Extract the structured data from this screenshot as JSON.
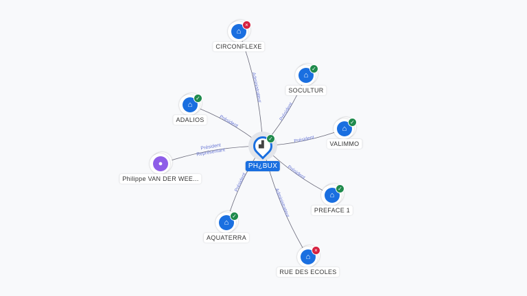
{
  "center": {
    "name": "PH¿BUX",
    "status": "active",
    "icon": "building-icon"
  },
  "nodes": [
    {
      "id": "circonflexe",
      "name": "CIRCONFLEXE",
      "status": "inactive",
      "icon": "building-icon",
      "relation": "Administrateur"
    },
    {
      "id": "socultur",
      "name": "SOCULTUR",
      "status": "active",
      "icon": "building-icon",
      "relation": "Président"
    },
    {
      "id": "adalios",
      "name": "ADALIOS",
      "status": "active",
      "icon": "building-icon",
      "relation": "Président"
    },
    {
      "id": "valimmo",
      "name": "VALIMMO",
      "status": "active",
      "icon": "building-icon",
      "relation": "Président"
    },
    {
      "id": "philippe",
      "name": "Philippe VAN DER WEE...",
      "status": "none",
      "icon": "person-icon",
      "relation": "Président",
      "relation2": "Représentant"
    },
    {
      "id": "preface",
      "name": "PREFACE 1",
      "status": "active",
      "icon": "building-icon",
      "relation": "Président"
    },
    {
      "id": "aquaterra",
      "name": "AQUATERRA",
      "status": "active",
      "icon": "building-icon",
      "relation": "Président"
    },
    {
      "id": "rue",
      "name": "RUE DES ECOLES",
      "status": "inactive",
      "icon": "building-icon",
      "relation": "Administrateur"
    }
  ],
  "colors": {
    "accent": "#1a6fe0",
    "active": "#1f8a4c",
    "inactive": "#d6213f",
    "person": "#8e5de8"
  }
}
